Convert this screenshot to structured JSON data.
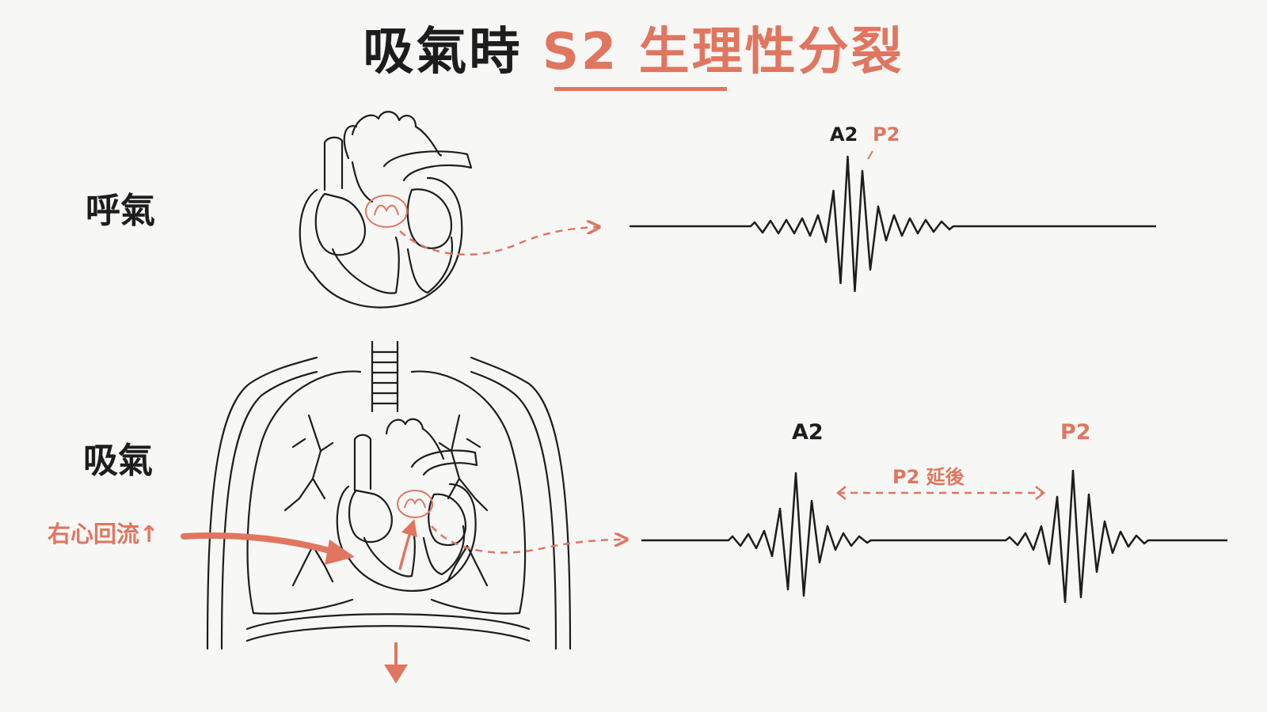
{
  "title": {
    "prefix": "吸氣時",
    "accent": "S2 生理性分裂"
  },
  "rows": {
    "expiration": {
      "label": "呼氣",
      "a2": "A2",
      "p2": "P2"
    },
    "inspiration": {
      "label": "吸氣",
      "a2": "A2",
      "p2": "P2",
      "delay": "P2 延後",
      "venous_return": "右心回流↑"
    }
  },
  "colors": {
    "ink": "#1d1d1d",
    "accent": "#e0765f",
    "background": "#f7f7f6"
  }
}
